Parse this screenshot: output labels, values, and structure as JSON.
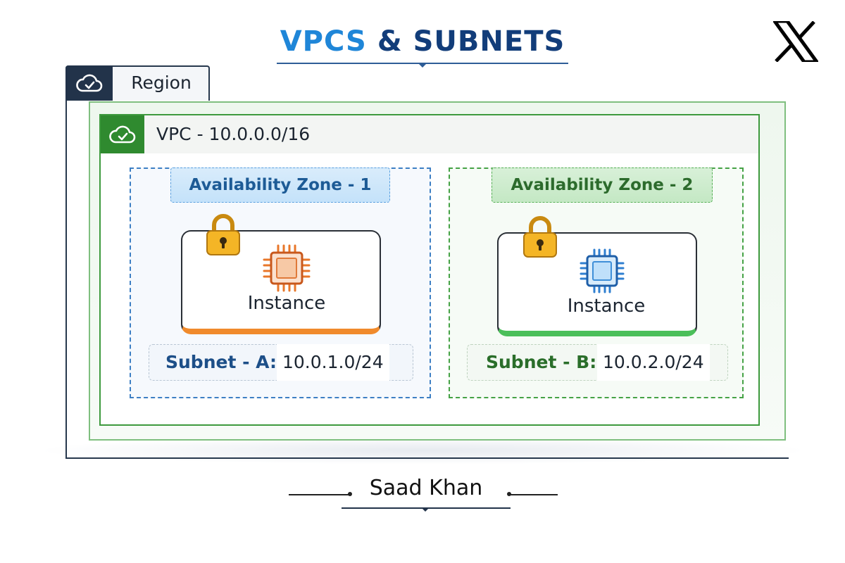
{
  "title": {
    "part1": "VPCS",
    "part2": "& SUBNETS"
  },
  "region": {
    "label": "Region",
    "icon": "cloud-check-icon"
  },
  "vpc": {
    "label": "VPC - 10.0.0.0/16",
    "icon": "cloud-check-icon"
  },
  "zones": [
    {
      "label": "Availability Zone - 1",
      "instance_label": "Instance",
      "subnet_key": "Subnet - A:",
      "subnet_value": "10.0.1.0/24",
      "accent": "#f08a2c"
    },
    {
      "label": "Availability Zone - 2",
      "instance_label": "Instance",
      "subnet_key": "Subnet - B:",
      "subnet_value": "10.0.2.0/24",
      "accent": "#4bbf5a"
    }
  ],
  "author": "Saad Khan",
  "logo": "x-logo-icon",
  "colors": {
    "title_blue": "#1f86d8",
    "title_navy": "#123d7a",
    "vpc_green": "#2f8a2f",
    "region_navy": "#22334a"
  }
}
